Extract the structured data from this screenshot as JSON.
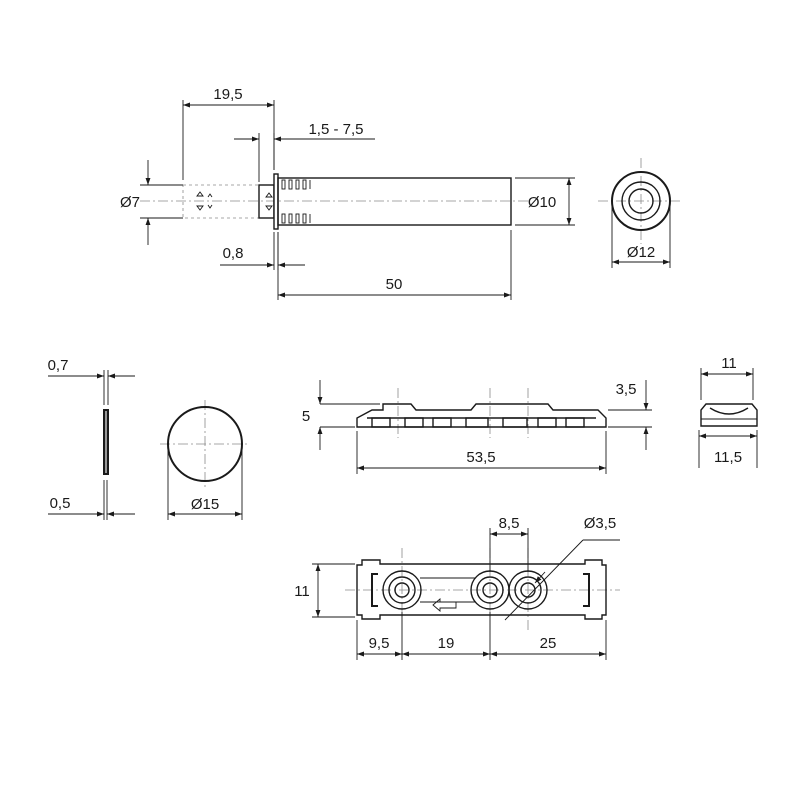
{
  "dimensions": {
    "pin_length": "19,5",
    "stroke_range": "1,5 - 7,5",
    "pin_diameter": "Ø7",
    "body_diameter": "Ø10",
    "flange_thickness": "0,8",
    "body_length": "50",
    "ring_diameter": "Ø12",
    "plate_thickness_outer": "0,7",
    "plate_thickness_inner": "0,5",
    "plate_diameter": "Ø15",
    "holder_height": "5",
    "holder_step": "3,5",
    "holder_length": "53,5",
    "holder_width_top": "11",
    "holder_width_bottom": "11,5",
    "holder_plan_width": "11",
    "hole_spacing_small": "8,5",
    "hole_diameter": "Ø3,5",
    "hole_offset_left": "9,5",
    "hole_spacing_mid": "19",
    "hole_offset_right": "25"
  }
}
